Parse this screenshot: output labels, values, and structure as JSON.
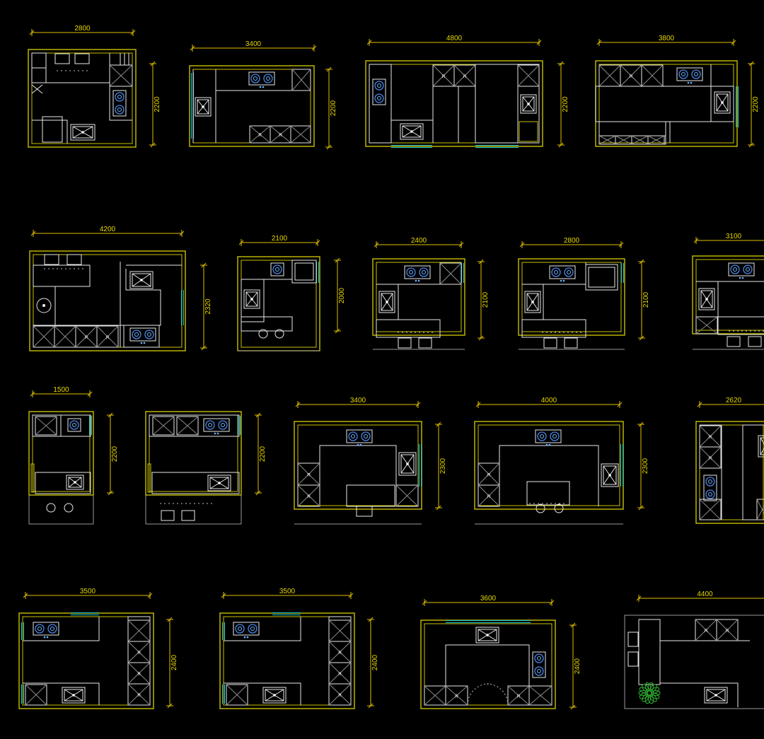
{
  "canvas": {
    "background": "#000000"
  },
  "colors": {
    "wall": "#c8c000",
    "dimension": "#e0c000",
    "dimension_text": "#e6d800",
    "counter": "#e8e8e8",
    "window": "#19c7cf",
    "burner": "#4a86e8",
    "burner_dot": "#6fb6ff",
    "plant": "#2fb52f"
  },
  "plans": [
    {
      "id": "p1",
      "width_label": "2800",
      "depth_label": "2200"
    },
    {
      "id": "p2",
      "width_label": "3400",
      "depth_label": "2200"
    },
    {
      "id": "p3",
      "width_label": "4800",
      "depth_label": "2200"
    },
    {
      "id": "p4",
      "width_label": "3800",
      "depth_label": "2200"
    },
    {
      "id": "p5",
      "width_label": "4200",
      "depth_label": "2320"
    },
    {
      "id": "p6",
      "width_label": "2100",
      "depth_label": "2000"
    },
    {
      "id": "p7",
      "width_label": "2400",
      "depth_label": "2100"
    },
    {
      "id": "p8",
      "width_label": "2800",
      "depth_label": "2100"
    },
    {
      "id": "p9",
      "width_label": "3100",
      "depth_label": ""
    },
    {
      "id": "p10",
      "width_label": "1500",
      "depth_label": "2200"
    },
    {
      "id": "p11",
      "width_label": "",
      "depth_label": "2200"
    },
    {
      "id": "p12",
      "width_label": "3400",
      "depth_label": "2300"
    },
    {
      "id": "p13",
      "width_label": "4000",
      "depth_label": "2300"
    },
    {
      "id": "p14",
      "width_label": "2620",
      "depth_label": ""
    },
    {
      "id": "p15",
      "width_label": "3500",
      "depth_label": "2400"
    },
    {
      "id": "p16",
      "width_label": "3500",
      "depth_label": "2400"
    },
    {
      "id": "p17",
      "width_label": "3600",
      "depth_label": "2400"
    },
    {
      "id": "p18",
      "width_label": "4400",
      "depth_label": ""
    }
  ]
}
